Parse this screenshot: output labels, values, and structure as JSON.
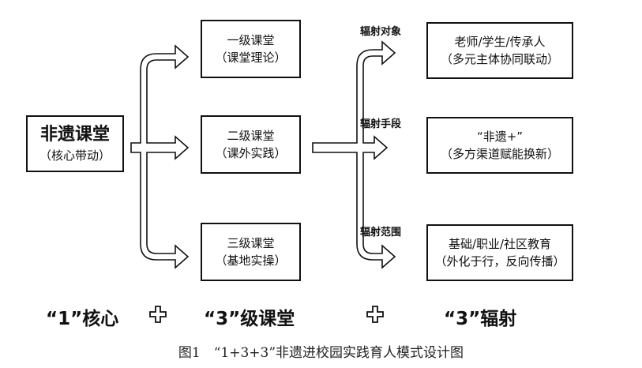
{
  "core": {
    "title": "非遗课堂",
    "subtitle": "（核心带动）"
  },
  "levels": [
    {
      "title": "一级课堂",
      "subtitle": "（课堂理论）"
    },
    {
      "title": "二级课堂",
      "subtitle": "（课外实践）"
    },
    {
      "title": "三级课堂",
      "subtitle": "（基地实操）"
    }
  ],
  "radiation": [
    {
      "label": "辐射对象",
      "title": "老师/学生/传承人",
      "subtitle": "（多元主体协同联动）"
    },
    {
      "label": "辐射手段",
      "title": "“非遗+”",
      "subtitle": "（多方渠道赋能换新）"
    },
    {
      "label": "辐射范围",
      "title": "基础/职业/社区教育",
      "subtitle": "（外化于行，反向传播）"
    }
  ],
  "bottom": {
    "core": "“1”核心",
    "levels": "“3”级课堂",
    "radiation": "“3”辐射"
  },
  "caption": "图1　“1+3+3”非遗进校园实践育人模式设计图"
}
